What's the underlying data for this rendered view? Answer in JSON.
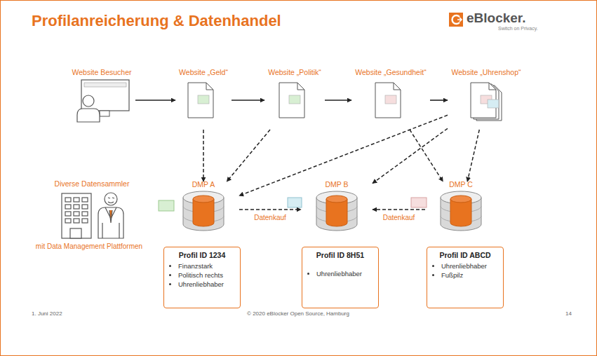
{
  "diagram": {
    "title": "Profilanreicherung & Datenhandel",
    "nodes": [
      {
        "text": [
          "Website Besucher"
        ]
      },
      {
        "text": [
          "Website „Geld“"
        ]
      },
      {
        "text": [
          "Website „Politik“"
        ]
      },
      {
        "text": [
          "Website „Gesundheit“"
        ]
      },
      {
        "text": [
          "Website „Uhrenshop“"
        ]
      },
      {
        "text": [
          "DMP A"
        ]
      },
      {
        "text": [
          "DMP B"
        ]
      },
      {
        "text": [
          "DMP C"
        ]
      },
      {
        "text": [
          "Profil ID 1234",
          "Finanzstark",
          "Politisch rechts",
          "Uhrenliebhaber"
        ]
      },
      {
        "text": [
          "Profil ID 8H51",
          "Uhrenliebhaber"
        ]
      },
      {
        "text": [
          "Profil ID ABCD",
          "Uhrenliebhaber",
          "Fußpilz"
        ]
      }
    ],
    "edges": [
      {
        "from": 0,
        "to": 1,
        "arrow": "to"
      },
      {
        "from": 1,
        "to": 2,
        "arrow": "to"
      },
      {
        "from": 2,
        "to": 3,
        "arrow": "to"
      },
      {
        "from": 3,
        "to": 4,
        "arrow": "to"
      },
      {
        "from": 1,
        "to": 5,
        "arrow": "to"
      },
      {
        "from": 2,
        "to": 5,
        "arrow": "to"
      },
      {
        "from": 4,
        "to": 5,
        "arrow": "to"
      },
      {
        "from": 4,
        "to": 6,
        "arrow": "to"
      },
      {
        "from": 3,
        "to": 7,
        "arrow": "to"
      },
      {
        "from": 4,
        "to": 7,
        "arrow": "to"
      },
      {
        "from": 5,
        "to": 6,
        "label": "Datenkauf",
        "arrow": "to"
      },
      {
        "from": 7,
        "to": 6,
        "label": "Datenkauf",
        "arrow": "to"
      }
    ],
    "labels": [
      "eBlocker.",
      "Switch on Privacy.",
      "Diverse Datensammler",
      "mit Data Management Plattformen",
      "1. Juni 2022",
      "© 2020 eBlocker Open Source, Hamburg",
      "14"
    ]
  }
}
